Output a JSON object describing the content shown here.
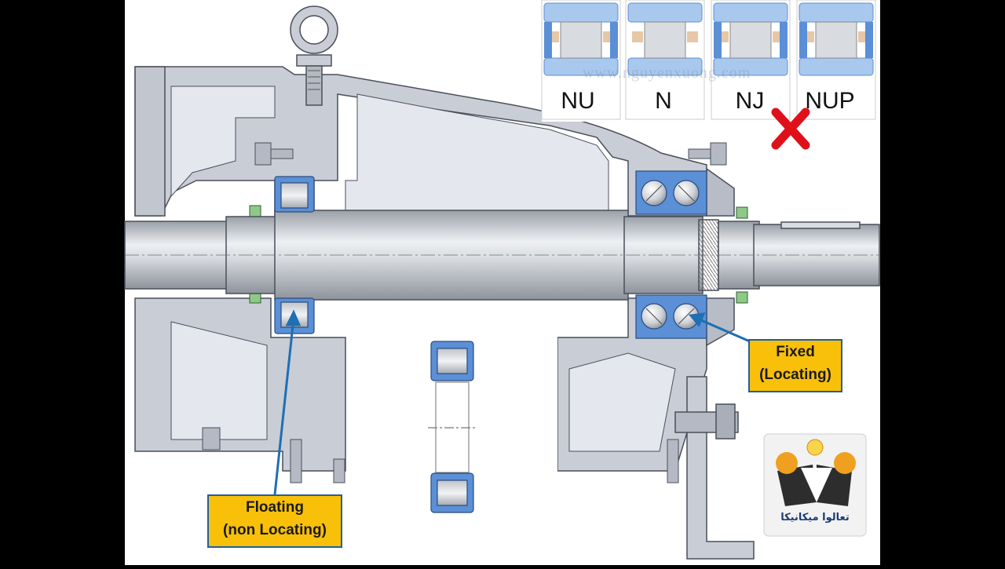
{
  "bearing_types": [
    {
      "label": "NU"
    },
    {
      "label": "N"
    },
    {
      "label": "NJ"
    },
    {
      "label": "NUP"
    }
  ],
  "watermark": "www.nguyenxuong.com",
  "callouts": {
    "fixed": {
      "line1": "Fixed",
      "line2": "(Locating)"
    },
    "floating": {
      "line1": "Floating",
      "line2": "(non Locating)"
    }
  },
  "logo": {
    "text": "تعالوا ميكانيكا"
  },
  "colors": {
    "housing": "#c9cdd6",
    "housing_stroke": "#4a4f5a",
    "shaft": "#c3c6cc",
    "bearing_blue": "#5b8fd6",
    "bearing_light": "#a9c8ee",
    "callout_fill": "#f9c00a",
    "callout_border": "#1f5f9e",
    "arrow": "#1f6fb4",
    "cross_red": "#e0101a"
  }
}
